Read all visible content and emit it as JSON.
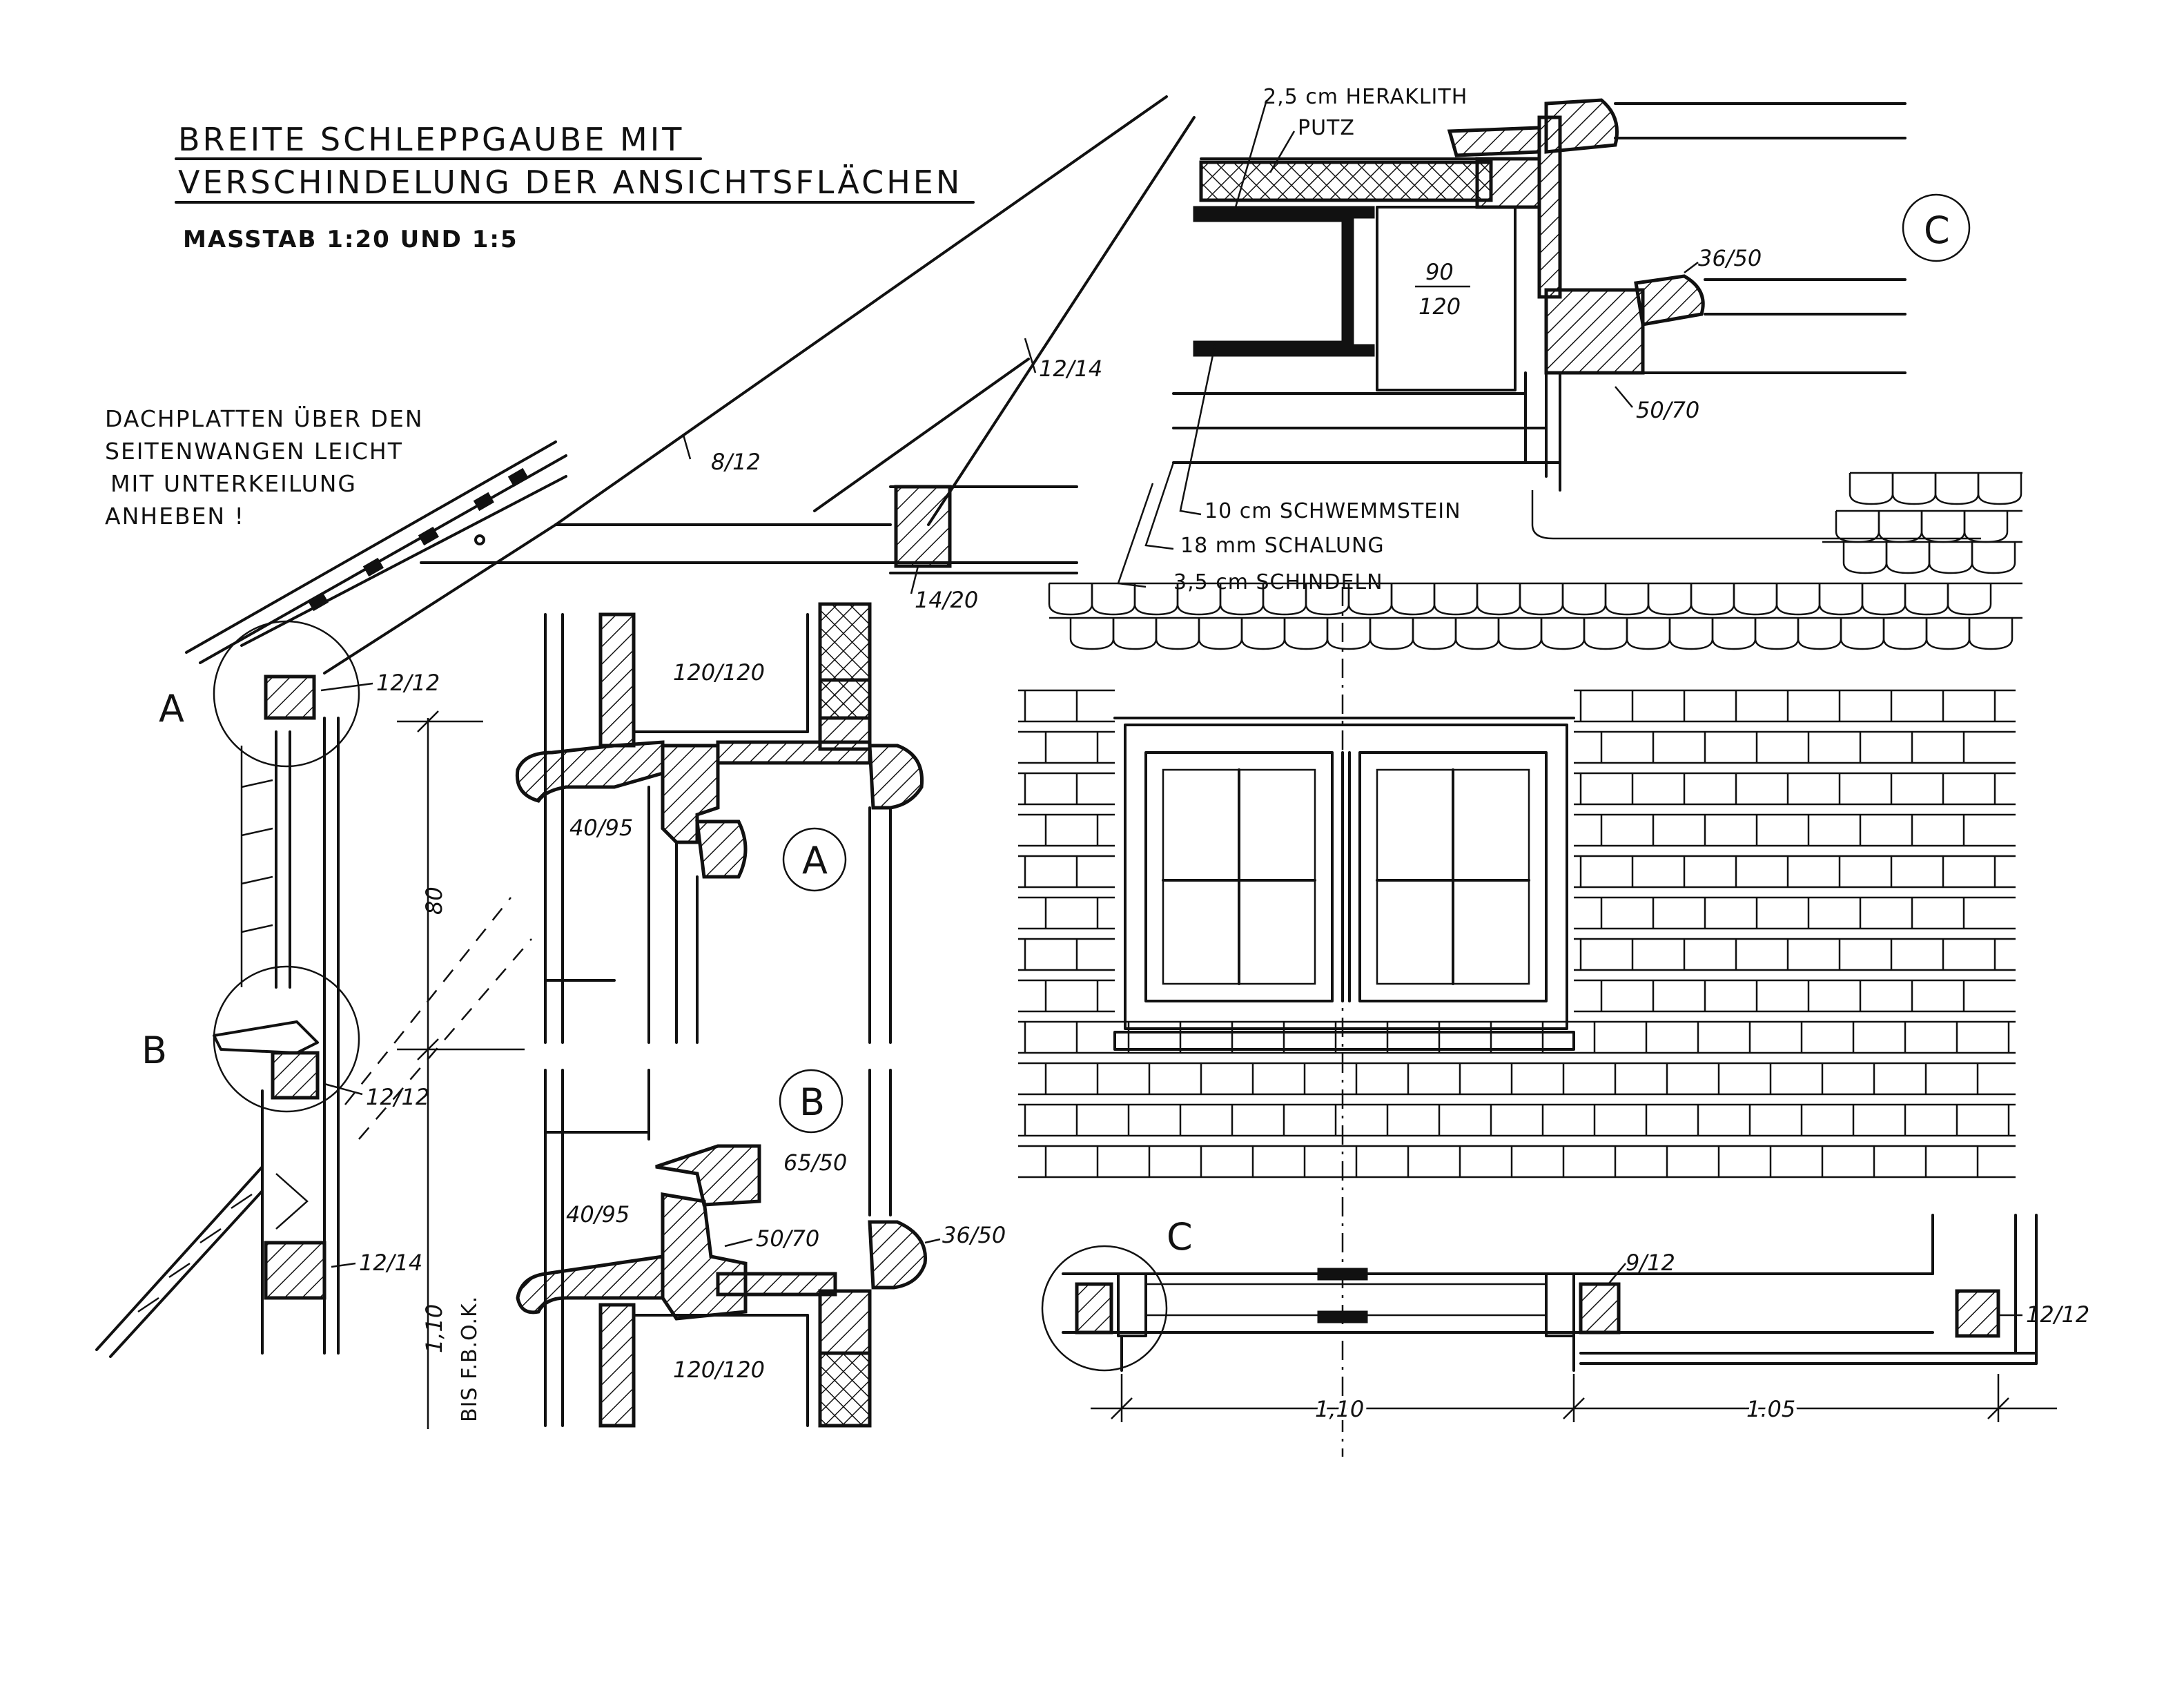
{
  "title": {
    "line1": "BREITE SCHLEPPGAUBE MIT",
    "line2": "VERSCHINDELUNG DER ANSICHTSFLÄCHEN",
    "scale": "MASSTAB 1:20 UND 1:5"
  },
  "note": {
    "line1": "DACHPLATTEN ÜBER DEN",
    "line2": "SEITENWANGEN LEICHT",
    "line3": "MIT UNTERKEILUNG",
    "line4": "ANHEBEN !"
  },
  "section": {
    "rafter_upper": "12/14",
    "rafter_mid": "8/12",
    "purlin": "14/20",
    "lintel_beam": "12/12",
    "sill_beam": "12/12",
    "lower_beam": "12/14",
    "height_window": "80",
    "height_parapet": "1,10",
    "parapet_note": "BIS F.B.O.K.",
    "marker_a": "A",
    "marker_b": "B"
  },
  "detail_a": {
    "marker": "A",
    "frame": "120/120",
    "cornice": "40/95"
  },
  "detail_b": {
    "marker": "B",
    "frame": "120/120",
    "sill": "40/95",
    "sash_top": "65/50",
    "sash_mid": "50/70",
    "sash_outer": "36/50"
  },
  "detail_c": {
    "marker": "C",
    "heraklith": "2,5 cm HERAKLITH",
    "putz": "PUTZ",
    "post_top": "90",
    "post_bottom": "120",
    "sash": "36/50",
    "frame": "50/70",
    "schwemmstein": "10 cm SCHWEMMSTEIN",
    "schalung": "18 mm SCHALUNG",
    "schindeln": "3,5 cm SCHINDELN"
  },
  "plan": {
    "marker_c": "C",
    "mullion": "9/12",
    "corner_post": "12/12",
    "dim_window": "1,10",
    "dim_wall": "1.05"
  }
}
